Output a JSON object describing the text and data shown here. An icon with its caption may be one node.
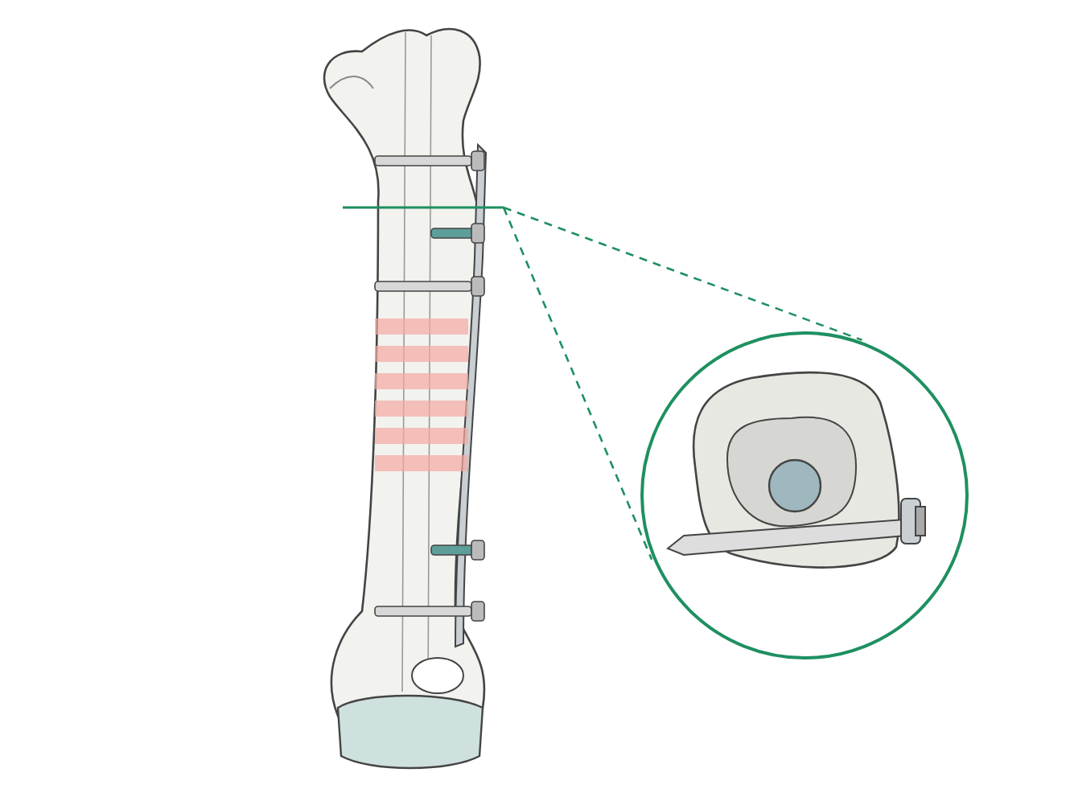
{
  "diagram": {
    "nodes": [
      {
        "text": [],
        "shape": "picture"
      },
      {
        "text": [],
        "shape": "circle"
      }
    ],
    "edges": [
      {
        "from": 0,
        "to": 1,
        "arrow": "none",
        "style": "dashed"
      },
      {
        "from": 0,
        "to": 1,
        "arrow": "none",
        "style": "dashed"
      }
    ]
  }
}
